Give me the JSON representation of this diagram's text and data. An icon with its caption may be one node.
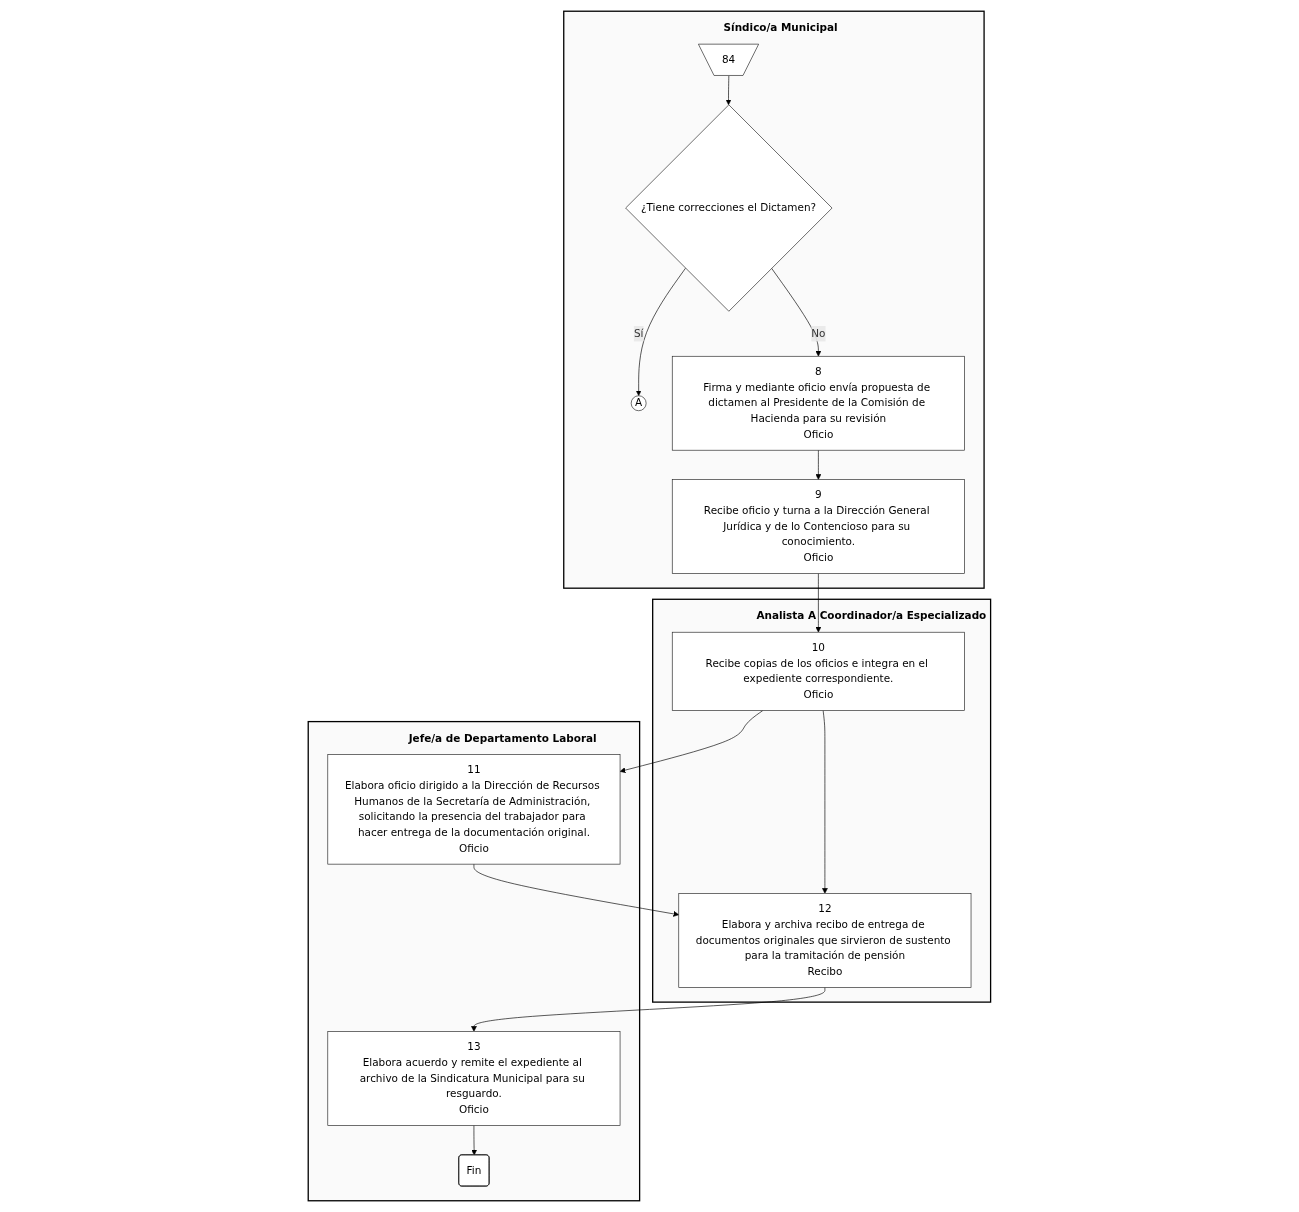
{
  "diagram": {
    "nodes": [
      {
        "text": [
          "Síndico/a Municipal"
        ]
      },
      {
        "text": [
          "Analista A Coordinador/a Especializado"
        ]
      },
      {
        "text": [
          "Jefe/a de Departamento Laboral"
        ]
      },
      {
        "text": [
          "84"
        ],
        "in": 0
      },
      {
        "text": [
          "¿Tiene correcciones el Dictamen?"
        ],
        "in": 0
      },
      {
        "text": [
          "A"
        ],
        "in": 0
      },
      {
        "text": [
          "8",
          "Firma y mediante oficio envía propuesta de dictamen al Presidente de la Comisión de Hacienda para su revisión",
          "Oficio"
        ],
        "in": 0
      },
      {
        "text": [
          "9",
          "Recibe oficio y turna a la Dirección General Jurídica y de lo Contencioso para su conocimiento.",
          "Oficio"
        ],
        "in": 0
      },
      {
        "text": [
          "10",
          "Recibe copias de los oficios e integra en el expediente correspondiente.",
          "Oficio"
        ],
        "in": 1
      },
      {
        "text": [
          "11",
          "Elabora oficio dirigido a la Dirección de Recursos Humanos de la Secretaría de Administración, solicitando la presencia del trabajador para hacer entrega de la documentación original.",
          "Oficio"
        ],
        "in": 2
      },
      {
        "text": [
          "12",
          "Elabora y archiva recibo de entrega de documentos originales que sirvieron de sustento para la tramitación de pensión",
          "Recibo"
        ],
        "in": 1
      },
      {
        "text": [
          "13",
          "Elabora acuerdo y remite el expediente al archivo de la Sindicatura Municipal para su resguardo.",
          "Oficio"
        ],
        "in": 2
      },
      {
        "text": [
          "Fin"
        ],
        "in": 2
      }
    ],
    "edges": [
      {
        "from": 3,
        "to": 4,
        "arrow": "to"
      },
      {
        "from": 4,
        "to": 5,
        "arrow": "to",
        "label": "Sí"
      },
      {
        "from": 4,
        "to": 6,
        "arrow": "to",
        "label": "No"
      },
      {
        "from": 6,
        "to": 7,
        "arrow": "to"
      },
      {
        "from": 7,
        "to": 8,
        "arrow": "to"
      },
      {
        "from": 8,
        "to": 9,
        "arrow": "to"
      },
      {
        "from": 8,
        "to": 10,
        "arrow": "to"
      },
      {
        "from": 9,
        "to": 10,
        "arrow": "to"
      },
      {
        "from": 10,
        "to": 11,
        "arrow": "to"
      },
      {
        "from": 11,
        "to": 12,
        "arrow": "to"
      }
    ]
  }
}
